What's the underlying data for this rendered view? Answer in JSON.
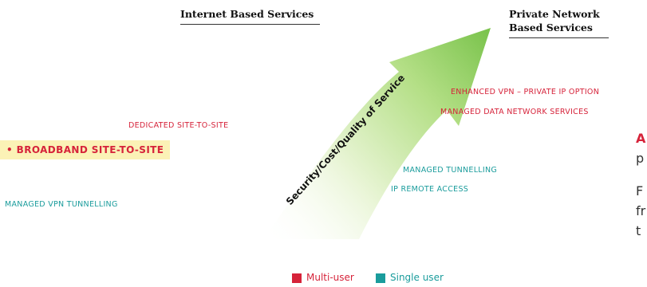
{
  "headers": {
    "internet": "Internet Based Services",
    "private_line1": "Private Network",
    "private_line2": "Based Services"
  },
  "arrow_label": "Security/Cost/Quality of Service",
  "services": {
    "enhanced_vpn": "ENHANCED VPN – PRIVATE IP OPTION",
    "managed_data": "MANAGED DATA NETWORK SERVICES",
    "dedicated_site": "DEDICATED SITE-TO-SITE",
    "broadband_site": "• BROADBAND SITE-TO-SITE",
    "managed_tunnelling": "MANAGED TUNNELLING",
    "ip_remote": "IP REMOTE ACCESS",
    "managed_vpn": "MANAGED VPN TUNNELLING"
  },
  "side_text": {
    "line1": "A",
    "line2": "p",
    "line3": "F",
    "line4": "fr",
    "line5": "t"
  },
  "legend": {
    "multi_user": "Multi-user",
    "single_user": "Single user"
  },
  "colors": {
    "multi_user": "#d6233a",
    "single_user": "#1a9c9c",
    "arrow": "#7ec84a",
    "highlight": "#fbf2b6"
  }
}
